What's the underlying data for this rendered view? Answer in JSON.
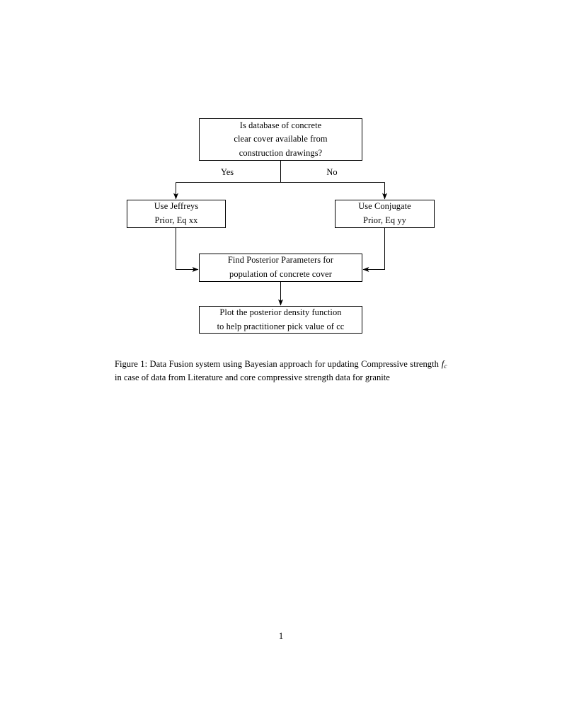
{
  "document": {
    "page_number": "1"
  },
  "figure": {
    "nodes": {
      "decision": {
        "line1": "Is database of concrete",
        "line2": "clear cover available from",
        "line3": "construction drawings?"
      },
      "jeffreys": {
        "line1": "Use Jeffreys",
        "line2": "Prior, Eq xx"
      },
      "conjugate": {
        "line1": "Use Conjugate",
        "line2": "Prior, Eq yy"
      },
      "posterior": {
        "line1": "Find Posterior Parameters for",
        "line2": "population of concrete cover"
      },
      "plot": {
        "line1": "Plot the posterior density function",
        "line2": "to help practitioner pick value of cc"
      }
    },
    "edge_labels": {
      "yes": "Yes",
      "no": "No"
    },
    "stroke_color": "#000000",
    "background_color": "#ffffff"
  },
  "caption": {
    "label": "Figure 1:",
    "text_before_math": " Data Fusion system using Bayesian approach for updating Compressive strength ",
    "math_base": "f",
    "math_sub": "c",
    "text_after_math": " in case of data from Literature and core compressive strength data for granite"
  }
}
